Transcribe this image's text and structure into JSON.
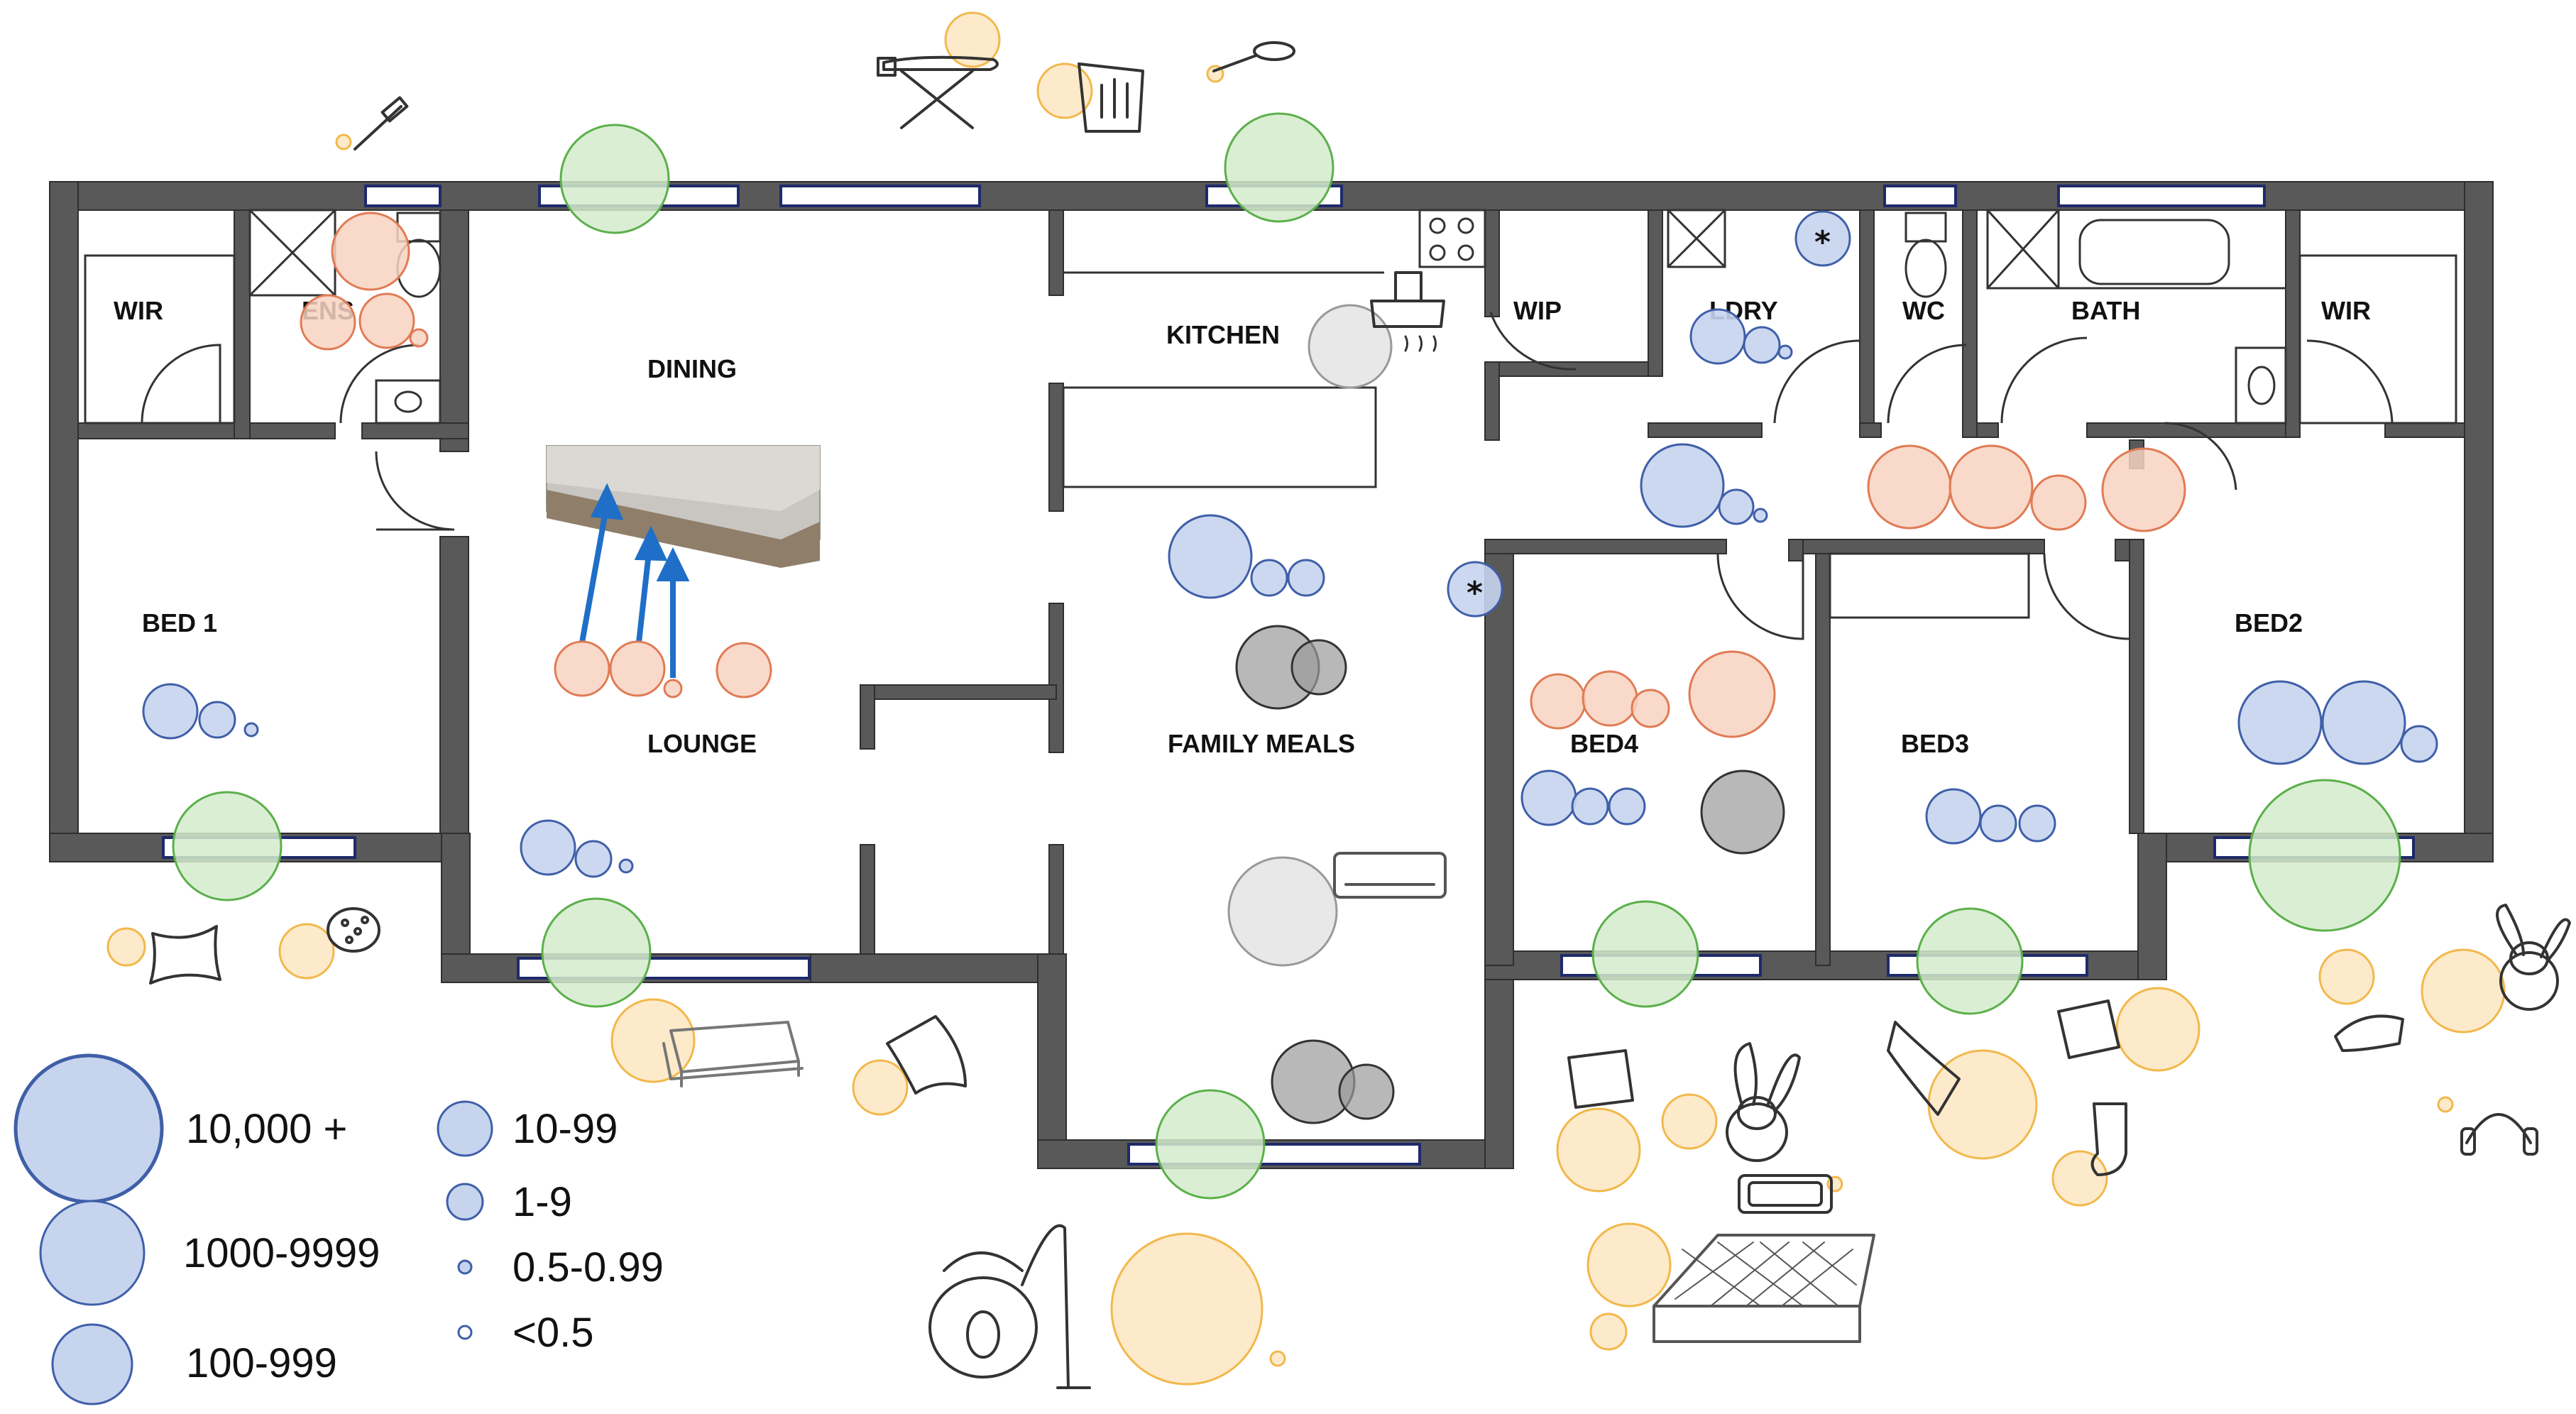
{
  "rooms": {
    "wir_left": "WIR",
    "ens": "ENS",
    "dining": "DINING",
    "kitchen": "KITCHEN",
    "wip": "WIP",
    "ldry": "LDRY",
    "wc": "WC",
    "bath": "BATH",
    "wir_right": "WIR",
    "bed1": "BED 1",
    "lounge": "LOUNGE",
    "family_meals": "FAMILY MEALS",
    "bed4": "BED4",
    "bed3": "BED3",
    "bed2": "BED2"
  },
  "legend": {
    "items": [
      {
        "label": "10,000 +"
      },
      {
        "label": "1000-9999"
      },
      {
        "label": "100-999"
      },
      {
        "label": "10-99"
      },
      {
        "label": "1-9"
      },
      {
        "label": "0.5-0.99"
      },
      {
        "label": "<0.5"
      }
    ]
  },
  "markers": {
    "asterisk": "*"
  },
  "colors": {
    "wall": "#595959",
    "window": "#1f2a6b",
    "blue_fill": "#c7d4ee",
    "blue_stroke": "#3f5fa8",
    "orange_fill": "#f8d2c0",
    "orange_stroke": "#e07b55",
    "green_fill": "#d3ebcd",
    "green_stroke": "#5bb04a",
    "yellow_fill": "#fde8c4",
    "yellow_stroke": "#f2b84b",
    "grey_fill": "#9a9a9a",
    "grey_stroke": "#333333",
    "lightgrey_fill": "#e6e6e6",
    "arrow": "#1f6fc8"
  },
  "icons": [
    "ironing-board-icon",
    "cleaning-cloth-icon",
    "toothbrush-icon",
    "spoon-icon",
    "pillow-icon",
    "sponge-icon",
    "sofa-icon",
    "cushion-icon",
    "vacuum-cleaner-icon",
    "mattress-icon",
    "teddy-bunny-icon",
    "sock-icon",
    "headphones-icon",
    "pencil-case-icon",
    "air-conditioner-icon",
    "range-hood-icon",
    "cooktop-icon",
    "carpet-cross-section-photo"
  ]
}
